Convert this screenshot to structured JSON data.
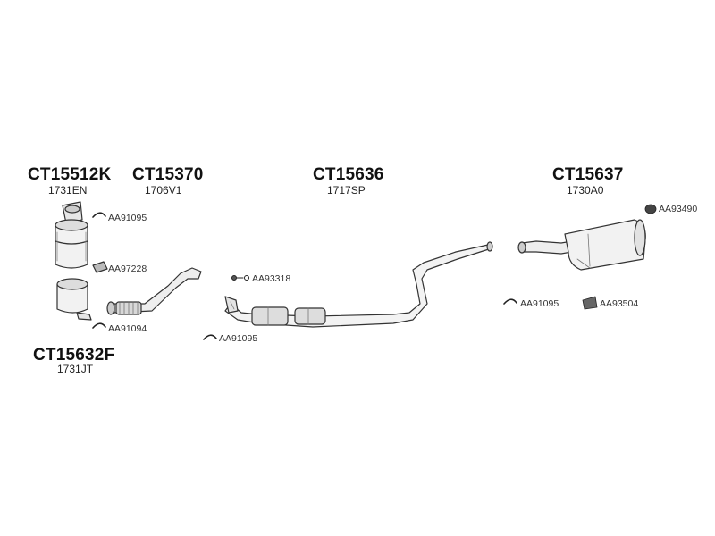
{
  "groups": {
    "g1": {
      "code": "CT15512K",
      "ref": "1731EN"
    },
    "g2": {
      "code": "CT15370",
      "ref": "1706V1"
    },
    "g3": {
      "code": "CT15632F",
      "ref": "1731JT"
    },
    "g4": {
      "code": "CT15636",
      "ref": "1717SP"
    },
    "g5": {
      "code": "CT15637",
      "ref": "1730A0"
    }
  },
  "accessories": {
    "a1": "AA91095",
    "a2": "AA97228",
    "a3": "AA91094",
    "a4": "AA93318",
    "a5": "AA91095",
    "a6": "AA93490",
    "a7": "AA91095",
    "a8": "AA93504"
  }
}
